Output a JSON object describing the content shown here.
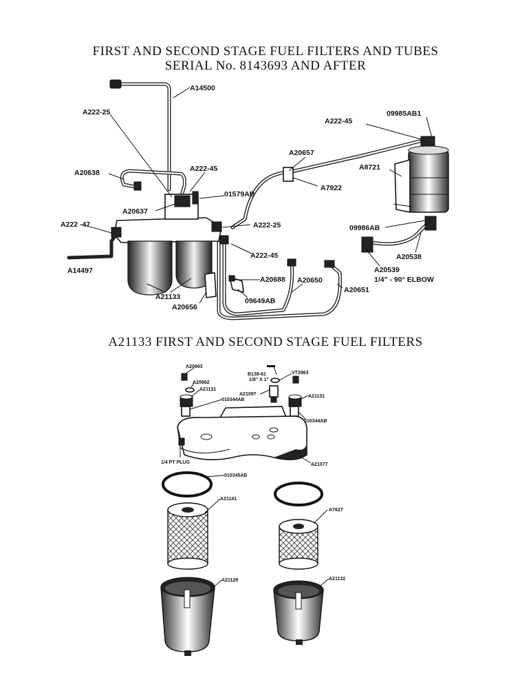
{
  "titles": {
    "top_line1": "FIRST AND SECOND STAGE FUEL FILTERS AND TUBES",
    "top_line2": "SERIAL No. 8143693 AND AFTER",
    "bottom": "A21133 FIRST AND SECOND STAGE FUEL FILTERS"
  },
  "top_labels": {
    "a14500": "A14500",
    "a222_25_top": "A222-25",
    "a20638": "A20638",
    "a222_45_mid": "A222-45",
    "a01579ab": "01579AB",
    "a20637": "A20637",
    "a222_47": "A222 -47",
    "a14497": "A14497",
    "a21133": "A21133",
    "a20656": "A20656",
    "a222_25_right": "A222-25",
    "a222_45_low": "A222-45",
    "a20688": "A20688",
    "a09649ab": "09649AB",
    "a20650": "A20650",
    "a20651": "A20651",
    "a20657": "A20657",
    "a7922": "A7922",
    "a222_45_top_right": "A222-45",
    "a09985ab1": "09985AB1",
    "a8721": "A8721",
    "a09986ab": "09986AB",
    "a20538": "A20538",
    "a20539": "A20539",
    "elbow": "1/4\" - 90° ELBOW"
  },
  "bottom_labels": {
    "a20663": "A20663",
    "a20662": "A20662",
    "a21131_left": "A21131",
    "b138_61": "B138-61",
    "b138_61_size": "1/8\" X 1\"",
    "vt2963": "VT2963",
    "a21097": "A21097",
    "a010344ab_left": "010344AB",
    "a21131_right": "A21131",
    "a010344ab_right": "010344AB",
    "pt_plug": "1/4 PT PLUG",
    "a21077": "A21077",
    "a010345ab": "010345AB",
    "a21141": "A21141",
    "a7627": "A7627",
    "a21129": "A21129",
    "a21132": "A21132"
  }
}
